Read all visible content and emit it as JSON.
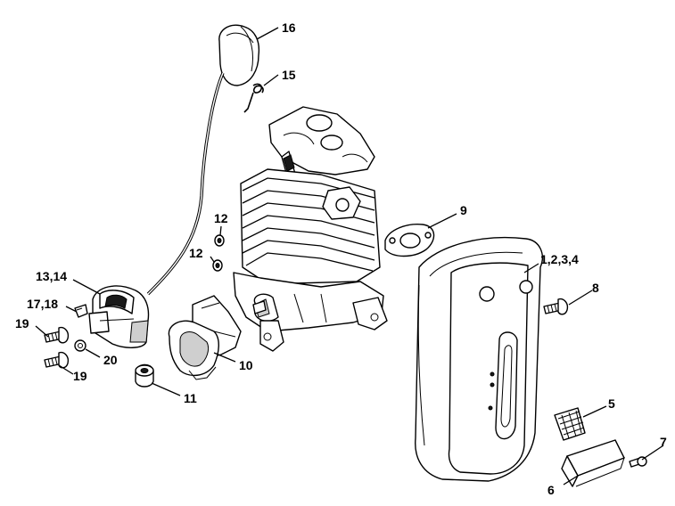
{
  "callouts": {
    "p16": "16",
    "p15": "15",
    "p12a": "12",
    "p12b": "12",
    "p9": "9",
    "p1234": "1,2,3,4",
    "p8": "8",
    "p1314": "13,14",
    "p1718": "17,18",
    "p19a": "19",
    "p20": "20",
    "p19b": "19",
    "p10": "10",
    "p11": "11",
    "p5": "5",
    "p7": "7",
    "p6": "6"
  }
}
